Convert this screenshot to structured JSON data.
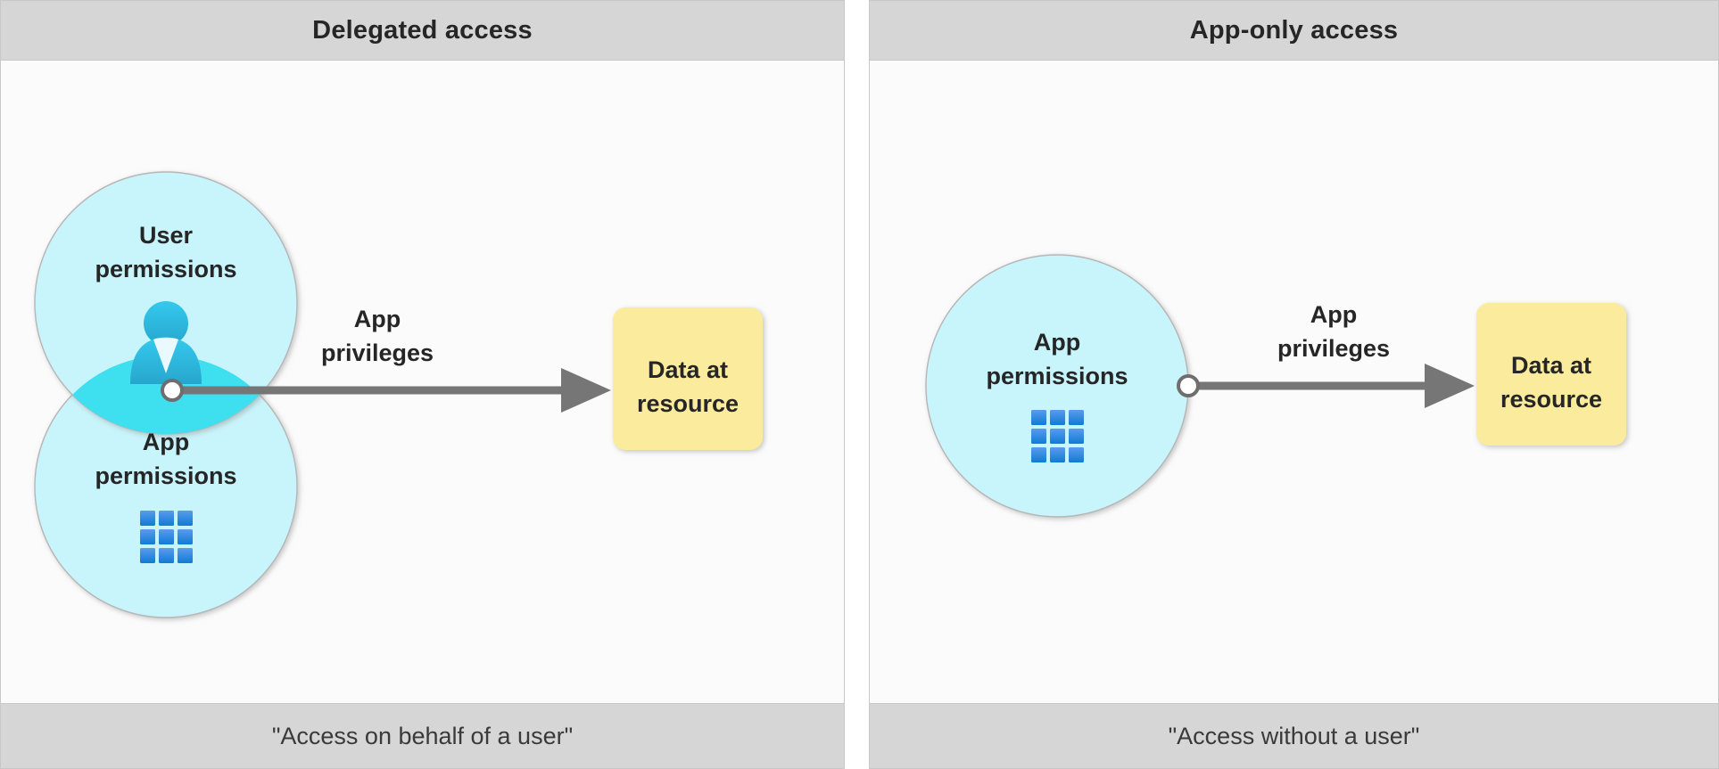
{
  "panels": [
    {
      "id": "delegated",
      "header": "Delegated access",
      "footer": "\"Access on behalf of a user\"",
      "circles": [
        {
          "label_line1": "User",
          "label_line2": "permissions",
          "icon": "person-icon"
        },
        {
          "label_line1": "App",
          "label_line2": "permissions",
          "icon": "app-grid-icon"
        }
      ],
      "arrow_label_line1": "App",
      "arrow_label_line2": "privileges",
      "target_line1": "Data at",
      "target_line2": "resource"
    },
    {
      "id": "app-only",
      "header": "App-only access",
      "footer": "\"Access without a user\"",
      "circles": [
        {
          "label_line1": "App",
          "label_line2": "permissions",
          "icon": "app-grid-icon"
        }
      ],
      "arrow_label_line1": "App",
      "arrow_label_line2": "privileges",
      "target_line1": "Data at",
      "target_line2": "resource"
    }
  ],
  "colors": {
    "panel_header_bg": "#d6d6d6",
    "panel_footer_bg": "#d6d6d6",
    "panel_body_bg": "#fbfbfb",
    "panel_border": "#c8c8c8",
    "circle_fill": "#c8f4fb",
    "circle_stroke": "#9a9a9a",
    "intersection_fill": "#3ee0f0",
    "arrow_gray": "#767676",
    "connector_dot_fill": "#ffffff",
    "connector_dot_stroke": "#6e6e6e",
    "resource_box_fill": "#fbeb9c",
    "person_icon_top": "#2fc3e8",
    "person_icon_bottom": "#2aaed4",
    "app_icon_top": "#5b9bed",
    "app_icon_bottom": "#0f7bd4",
    "text_dark": "#262626",
    "text_caption": "#3a3a3a"
  }
}
